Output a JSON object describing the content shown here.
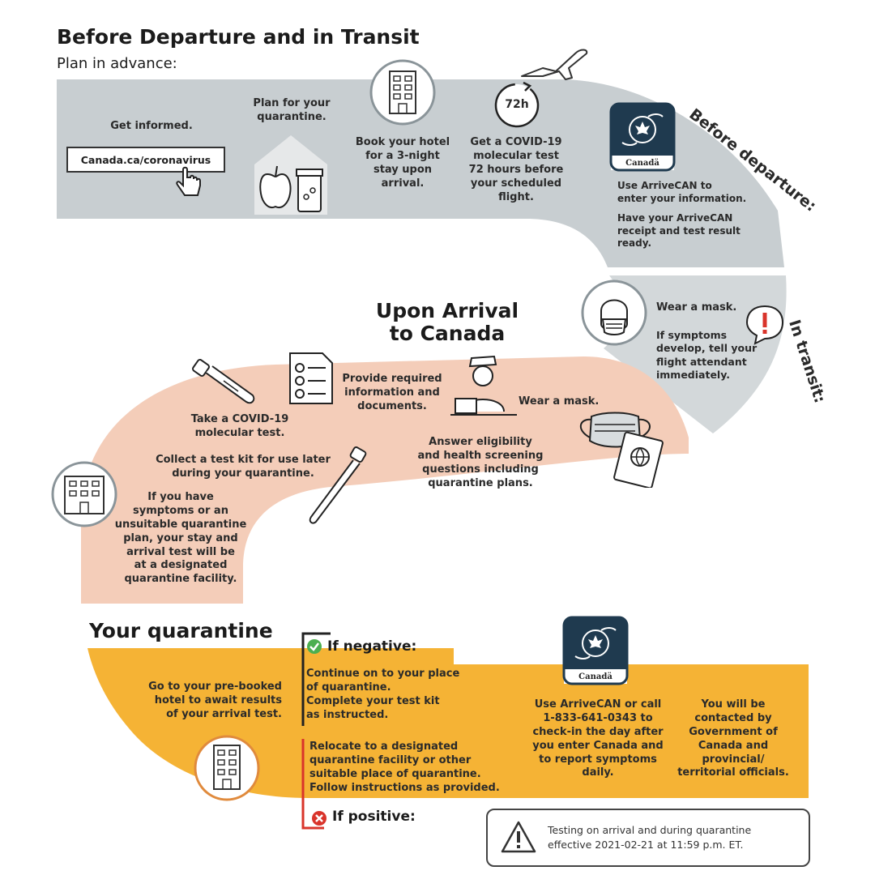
{
  "sections": {
    "before_departure_title": "Before Departure and in Transit",
    "plan_in_advance": "Plan in advance:",
    "upon_arrival_title": "Upon Arrival\nto Canada",
    "your_quarantine_title": "Your quarantine"
  },
  "plan_steps": {
    "get_informed": "Get informed.",
    "url": "Canada.ca/coronavirus",
    "plan_quarantine": "Plan for your\nquarantine.",
    "book_hotel": "Book your hotel\nfor a 3-night\nstay upon\narrival.",
    "covid_test": "Get a COVID-19\nmolecular test\n72 hours before\nyour scheduled\nflight.",
    "timer_label": "72h"
  },
  "before_departure": {
    "label": "Before departure:",
    "use_arrivecan": "Use ArriveCAN to\nenter your information.",
    "have_receipt": "Have your ArriveCAN\nreceipt and test result\nready.",
    "app_brand": "Canadä"
  },
  "in_transit": {
    "label": "In transit:",
    "wear_mask": "Wear a mask.",
    "symptoms": "If symptoms\ndevelop, tell your\nflight attendant\nimmediately."
  },
  "arrival": {
    "provide_info": "Provide required\ninformation and\ndocuments.",
    "wear_mask": "Wear a mask.",
    "take_test": "Take a COVID-19\nmolecular test.",
    "collect_kit": "Collect a test kit for use later\nduring your quarantine.",
    "screening": "Answer eligibility\nand health screening\nquestions including\nquarantine plans.",
    "symptoms_facility": "If you have\nsymptoms or an\nunsuitable quarantine\nplan, your stay and\narrival test will be\nat a designated\nquarantine facility."
  },
  "quarantine": {
    "go_to_hotel": "Go to your pre-booked\nhotel to await results\nof your arrival test.",
    "if_negative_label": "If negative:",
    "negative_text": "Continue on to your place\nof quarantine.\nComplete your test kit\nas instructed.",
    "positive_text": "Relocate to a designated\nquarantine facility or other\nsuitable place of quarantine.\nFollow instructions as provided.",
    "if_positive_label": "If positive:",
    "arrivecan_call": "Use ArriveCAN or call\n1-833-641-0343 to\ncheck-in the day after\nyou enter Canada and\nto report symptoms\ndaily.",
    "contacted": "You will be\ncontacted by\nGovernment of\nCanada and\nprovincial/\nterritorial officials.",
    "app_brand": "Canadä"
  },
  "notice": {
    "text": "Testing on arrival and during quarantine\neffective 2021-02-21 at 11:59 p.m. ET."
  },
  "colors": {
    "grey_band": "#c8ced1",
    "peach_band": "#f4cdb9",
    "gold_band": "#f5b335",
    "app_navy": "#1f3a4f",
    "negative_green": "#4caf50",
    "positive_red": "#d9342b"
  }
}
